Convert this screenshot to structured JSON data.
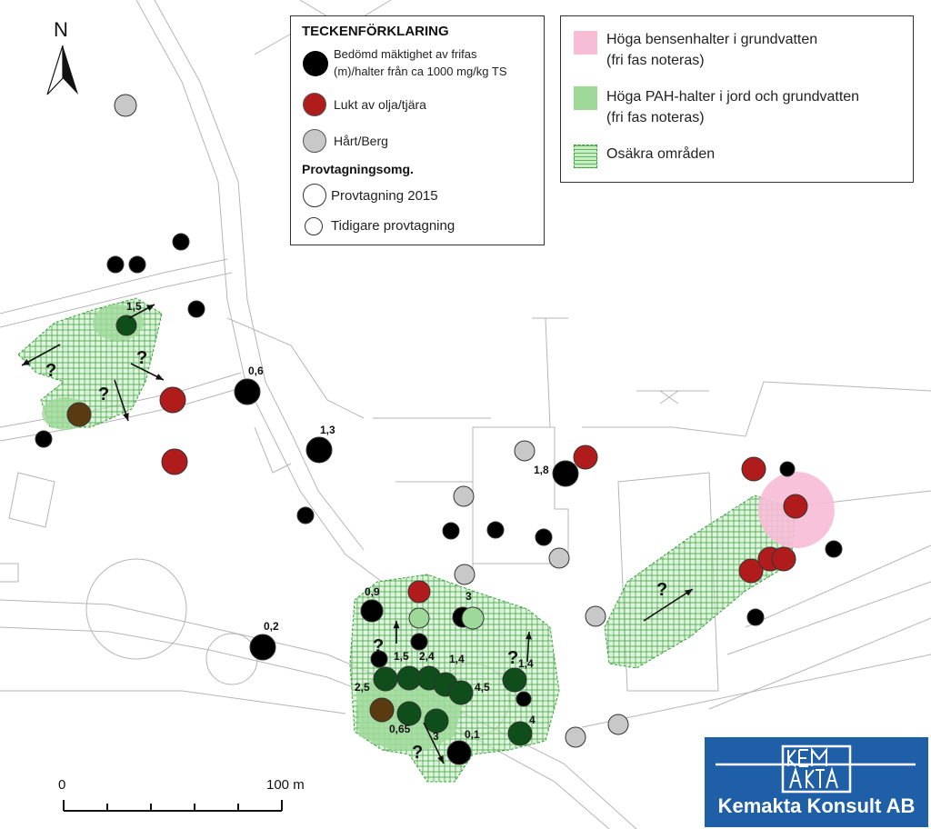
{
  "north_label": "N",
  "legend_symbols": {
    "title": "TECKENFÖRKLARING",
    "items": [
      {
        "label_line1": "Bedömd mäktighet av frifas",
        "label_line2": "(m)/halter från ca 1000 mg/kg TS",
        "fill": "#000000"
      },
      {
        "label_line1": "Lukt av olja/tjära",
        "label_line2": "",
        "fill": "#b01c1c"
      },
      {
        "label_line1": "Hårt/Berg",
        "label_line2": "",
        "fill": "#c8c8c8"
      }
    ],
    "subtitle": "Provtagningsomg.",
    "rounds": [
      {
        "label": "Provtagning 2015"
      },
      {
        "label": "Tidigare provtagning"
      }
    ]
  },
  "legend_areas": {
    "items": [
      {
        "label_line1": "Höga bensenhalter i grundvatten",
        "label_line2": "(fri fas noteras)",
        "fill": "#f7bcd6"
      },
      {
        "label_line1": "Höga PAH-halter i jord och grundvatten",
        "label_line2": "(fri fas noteras)",
        "fill": "#9fd99a"
      },
      {
        "label_line1": "Osäkra områden",
        "label_line2": "",
        "fill": "hatch-green"
      }
    ]
  },
  "scale": {
    "start": "0",
    "end": "100 m"
  },
  "logo_text": "Kemakta Konsult AB",
  "logo_mark": "KEM AKTA",
  "measurement_labels": [
    "0,6",
    "1,3",
    "1,8",
    "0,2",
    "0,9",
    "3",
    "1,5",
    "2,4",
    "1,4",
    "2,5",
    "4,5",
    "1,4",
    "0,65",
    "3",
    "0,1",
    "4",
    "1,5"
  ],
  "uncertainty_mark": "?",
  "colors": {
    "black": "#000000",
    "red": "#b01c1c",
    "gray": "#c8c8c8",
    "green_area": "#9fd99a",
    "pink_area": "#f7bcd6",
    "hatch": "#4caf50",
    "dark_green_sample": "#0f4d1a",
    "brown_sample": "#5a3a10"
  }
}
